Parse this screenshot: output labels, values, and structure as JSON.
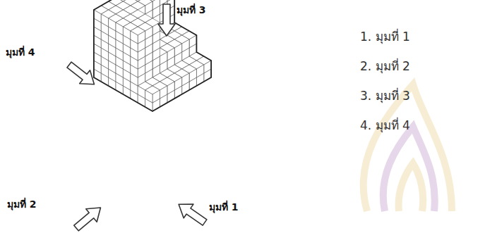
{
  "diagram": {
    "labels": [
      "มุมที่ 3",
      "มุมที่ 4",
      "มุมที่ 2",
      "มุมที่ 1",
      "1. มุมที่ 1",
      "2. มุมที่ 2",
      "3. มุมที่ 3",
      "4. มุมที่ 4"
    ]
  }
}
